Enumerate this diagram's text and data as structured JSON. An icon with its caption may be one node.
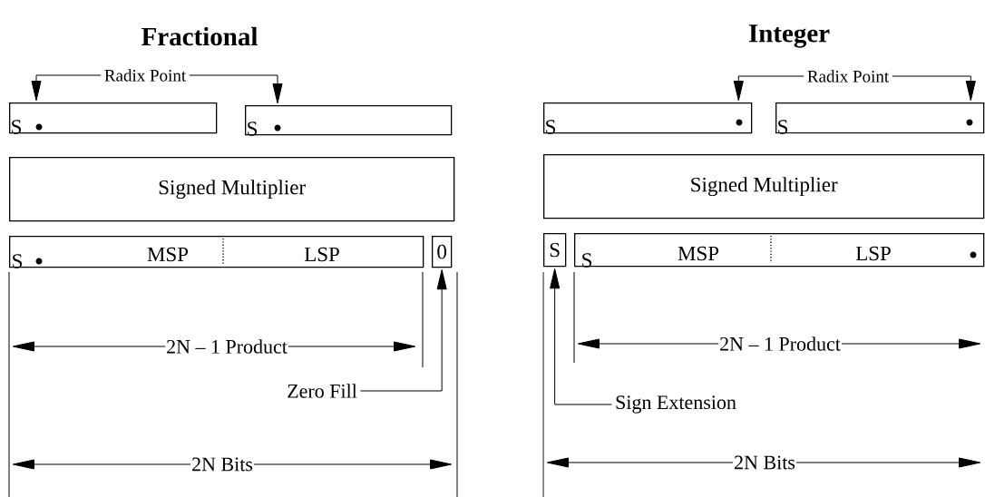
{
  "diagram": {
    "nodes": [
      {
        "text": [
          "Radix Point"
        ]
      },
      {
        "text": [
          "S"
        ]
      },
      {
        "text": [
          "S"
        ]
      },
      {
        "text": [
          "Signed Multiplier"
        ]
      },
      {
        "text": [
          "S",
          "MSP",
          "LSP"
        ]
      },
      {
        "text": [
          "0"
        ]
      },
      {
        "text": [
          "Zero Fill"
        ]
      },
      {
        "text": [
          "Radix Point"
        ]
      },
      {
        "text": [
          "S"
        ]
      },
      {
        "text": [
          "S"
        ]
      },
      {
        "text": [
          "Signed Multiplier"
        ]
      },
      {
        "text": [
          "S"
        ]
      },
      {
        "text": [
          "S",
          "MSP",
          "LSP"
        ]
      },
      {
        "text": [
          "Sign Extension"
        ]
      }
    ],
    "edges": [
      {
        "from": 0,
        "to": 1,
        "arrow": "to"
      },
      {
        "from": 0,
        "to": 2,
        "arrow": "to"
      },
      {
        "from": 6,
        "to": 5,
        "arrow": "to"
      },
      {
        "from": 7,
        "to": 8,
        "arrow": "to"
      },
      {
        "from": 7,
        "to": 9,
        "arrow": "to"
      },
      {
        "from": 13,
        "to": 11,
        "arrow": "to"
      }
    ],
    "labels": [
      "Fractional",
      "Integer",
      "2N – 1 Product",
      "2N – 1 Product",
      "2N Bits",
      "2N Bits"
    ]
  }
}
